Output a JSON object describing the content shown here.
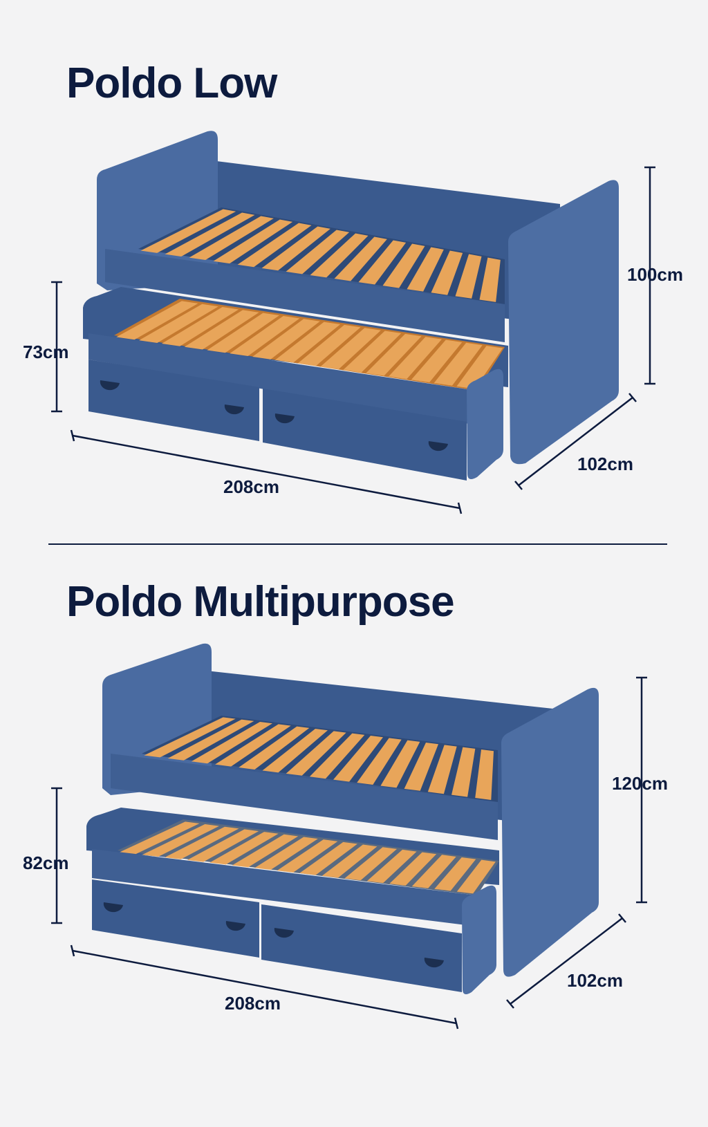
{
  "products": [
    {
      "name": "Poldo Low",
      "dimensions": {
        "height": "100cm",
        "lower_height": "73cm",
        "length": "208cm",
        "depth": "102cm"
      }
    },
    {
      "name": "Poldo Multipurpose",
      "dimensions": {
        "height": "120cm",
        "lower_height": "82cm",
        "length": "208cm",
        "depth": "102cm"
      }
    }
  ],
  "colors": {
    "frame": "#3f5f93",
    "frame_dark": "#334f7e",
    "frame_light": "#4d6ea3",
    "slat": "#e8a55a",
    "text": "#0d1b3e",
    "background": "#f3f3f4"
  }
}
